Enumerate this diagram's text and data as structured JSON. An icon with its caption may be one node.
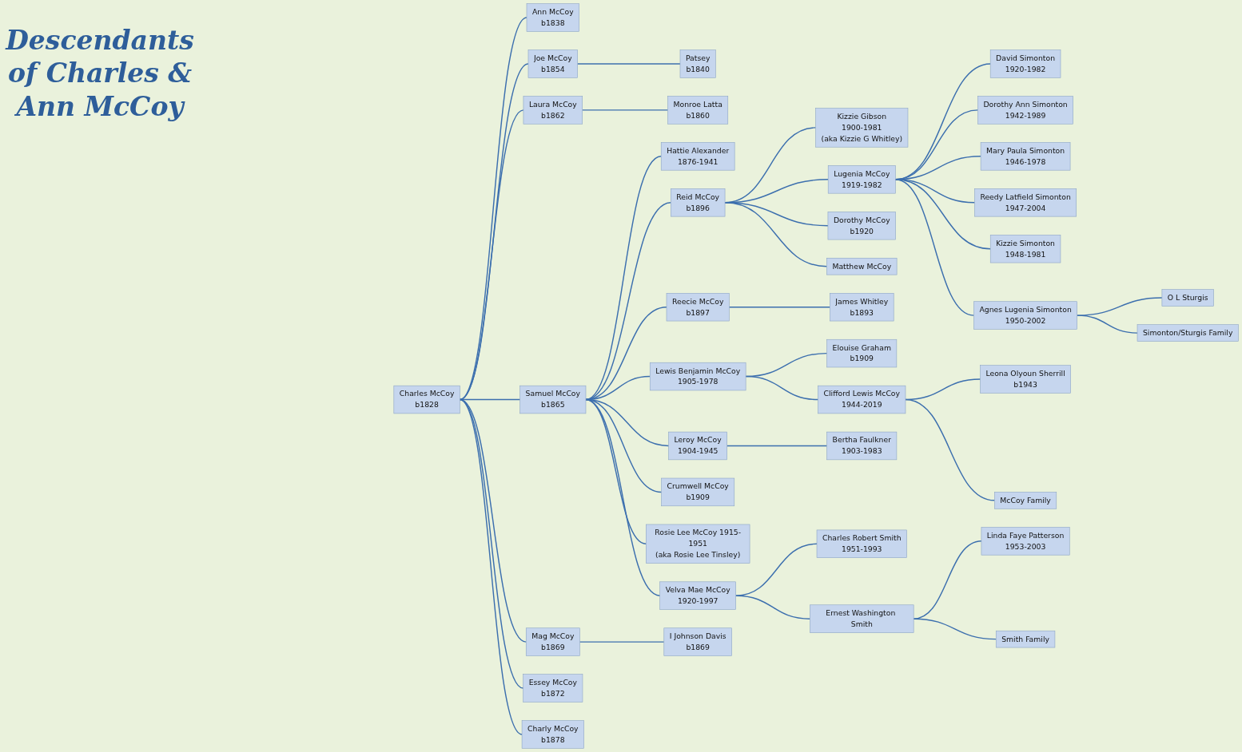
{
  "diagram": {
    "title": "Descendants of Charles & Ann McCoy",
    "nodes": [
      {
        "text": [
          "Charles McCoy",
          "b1828"
        ]
      },
      {
        "text": [
          "Ann McCoy",
          "b1838"
        ]
      },
      {
        "text": [
          "Joe McCoy",
          "b1854"
        ]
      },
      {
        "text": [
          "Laura McCoy",
          "b1862"
        ]
      },
      {
        "text": [
          "Samuel McCoy",
          "b1865"
        ]
      },
      {
        "text": [
          "Mag McCoy",
          "b1869"
        ]
      },
      {
        "text": [
          "Essey McCoy",
          "b1872"
        ]
      },
      {
        "text": [
          "Charly McCoy",
          "b1878"
        ]
      },
      {
        "text": [
          "Patsey",
          "b1840"
        ]
      },
      {
        "text": [
          "Monroe Latta",
          "b1860"
        ]
      },
      {
        "text": [
          "Hattie Alexander",
          "1876-1941"
        ]
      },
      {
        "text": [
          "I Johnson Davis",
          "b1869"
        ]
      },
      {
        "text": [
          "Reid McCoy",
          "b1896"
        ]
      },
      {
        "text": [
          "Reecie McCoy",
          "b1897"
        ]
      },
      {
        "text": [
          "Lewis Benjamin McCoy",
          "1905-1978"
        ]
      },
      {
        "text": [
          "Leroy McCoy",
          "1904-1945"
        ]
      },
      {
        "text": [
          "Crumwell McCoy",
          "b1909"
        ]
      },
      {
        "text": [
          "Rosie Lee McCoy 1915-1951",
          "(aka Rosie Lee Tinsley)"
        ]
      },
      {
        "text": [
          "Velva Mae McCoy",
          "1920-1997"
        ]
      },
      {
        "text": [
          "Kizzie Gibson",
          "1900-1981",
          "(aka Kizzie G Whitley)"
        ]
      },
      {
        "text": [
          "James Whitley",
          "b1893"
        ]
      },
      {
        "text": [
          "Elouise Graham",
          "b1909"
        ]
      },
      {
        "text": [
          "Bertha Faulkner",
          "1903-1983"
        ]
      },
      {
        "text": [
          "Charles Robert Smith",
          "1951-1993"
        ]
      },
      {
        "text": [
          "Lugenia McCoy",
          "1919-1982"
        ]
      },
      {
        "text": [
          "Dorothy McCoy",
          "b1920"
        ]
      },
      {
        "text": [
          "Matthew McCoy"
        ]
      },
      {
        "text": [
          "Clifford Lewis McCoy",
          "1944-2019"
        ]
      },
      {
        "text": [
          "Ernest Washington Smith"
        ]
      },
      {
        "text": [
          "David Simonton",
          "1920-1982"
        ]
      },
      {
        "text": [
          "Leona Olyoun Sherrill",
          "b1943"
        ]
      },
      {
        "text": [
          "Linda Faye Patterson",
          "1953-2003"
        ]
      },
      {
        "text": [
          "Dorothy Ann Simonton",
          "1942-1989"
        ]
      },
      {
        "text": [
          "Mary Paula Simonton",
          "1946-1978"
        ]
      },
      {
        "text": [
          "Reedy Latfield Simonton",
          "1947-2004"
        ]
      },
      {
        "text": [
          "Kizzie Simonton",
          "1948-1981"
        ]
      },
      {
        "text": [
          "Agnes Lugenia Simonton",
          "1950-2002"
        ]
      },
      {
        "text": [
          "McCoy Family"
        ]
      },
      {
        "text": [
          "Smith Family"
        ]
      },
      {
        "text": [
          "O L Sturgis"
        ]
      },
      {
        "text": [
          "Simonton/Sturgis Family"
        ]
      }
    ],
    "edges": [
      {
        "from": 0,
        "to": 1,
        "arrow": "none"
      },
      {
        "from": 0,
        "to": 2,
        "arrow": "none"
      },
      {
        "from": 0,
        "to": 3,
        "arrow": "none"
      },
      {
        "from": 0,
        "to": 4,
        "arrow": "none"
      },
      {
        "from": 0,
        "to": 5,
        "arrow": "none"
      },
      {
        "from": 0,
        "to": 6,
        "arrow": "none"
      },
      {
        "from": 0,
        "to": 7,
        "arrow": "none"
      },
      {
        "from": 2,
        "to": 8,
        "arrow": "none"
      },
      {
        "from": 3,
        "to": 9,
        "arrow": "none"
      },
      {
        "from": 4,
        "to": 10,
        "arrow": "none"
      },
      {
        "from": 5,
        "to": 11,
        "arrow": "none"
      },
      {
        "from": 4,
        "to": 12,
        "arrow": "none"
      },
      {
        "from": 4,
        "to": 13,
        "arrow": "none"
      },
      {
        "from": 4,
        "to": 14,
        "arrow": "none"
      },
      {
        "from": 4,
        "to": 15,
        "arrow": "none"
      },
      {
        "from": 4,
        "to": 16,
        "arrow": "none"
      },
      {
        "from": 4,
        "to": 17,
        "arrow": "none"
      },
      {
        "from": 4,
        "to": 18,
        "arrow": "none"
      },
      {
        "from": 12,
        "to": 19,
        "arrow": "none"
      },
      {
        "from": 13,
        "to": 20,
        "arrow": "none"
      },
      {
        "from": 14,
        "to": 21,
        "arrow": "none"
      },
      {
        "from": 15,
        "to": 22,
        "arrow": "none"
      },
      {
        "from": 18,
        "to": 23,
        "arrow": "none"
      },
      {
        "from": 12,
        "to": 24,
        "arrow": "none"
      },
      {
        "from": 12,
        "to": 25,
        "arrow": "none"
      },
      {
        "from": 12,
        "to": 26,
        "arrow": "none"
      },
      {
        "from": 14,
        "to": 27,
        "arrow": "none"
      },
      {
        "from": 18,
        "to": 28,
        "arrow": "none"
      },
      {
        "from": 24,
        "to": 29,
        "arrow": "none"
      },
      {
        "from": 27,
        "to": 30,
        "arrow": "none"
      },
      {
        "from": 28,
        "to": 31,
        "arrow": "none"
      },
      {
        "from": 24,
        "to": 32,
        "arrow": "none"
      },
      {
        "from": 24,
        "to": 33,
        "arrow": "none"
      },
      {
        "from": 24,
        "to": 34,
        "arrow": "none"
      },
      {
        "from": 24,
        "to": 35,
        "arrow": "none"
      },
      {
        "from": 24,
        "to": 36,
        "arrow": "none"
      },
      {
        "from": 27,
        "to": 37,
        "arrow": "none"
      },
      {
        "from": 28,
        "to": 38,
        "arrow": "none"
      },
      {
        "from": 36,
        "to": 39,
        "arrow": "none"
      },
      {
        "from": 36,
        "to": 40,
        "arrow": "none"
      }
    ]
  }
}
